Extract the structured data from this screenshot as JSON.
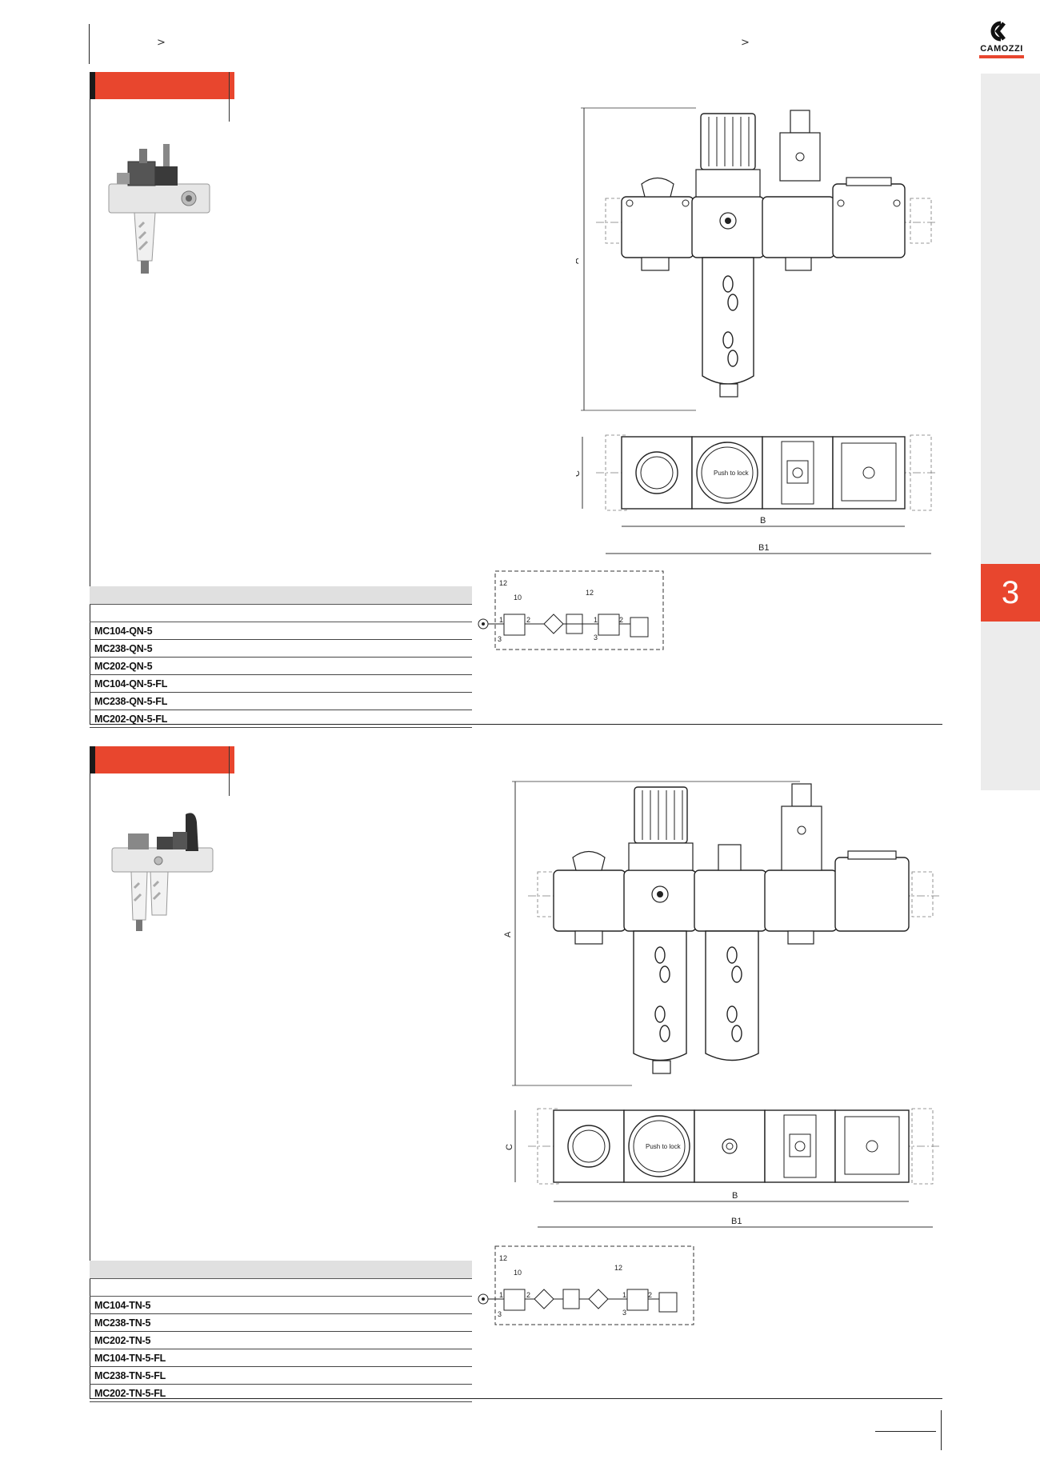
{
  "header": {
    "crumb_arrow_left": ">",
    "crumb_arrow_right": ">"
  },
  "brand": {
    "name": "CAMOZZI",
    "accent_color": "#e8462e"
  },
  "side_tab": {
    "number": "3"
  },
  "section1": {
    "codes": [
      "MC104-QN-5",
      "MC238-QN-5",
      "MC202-QN-5",
      "MC104-QN-5-FL",
      "MC238-QN-5-FL",
      "MC202-QN-5-FL"
    ],
    "dims": {
      "a": "A",
      "b": "B",
      "b1": "B1",
      "c": "C"
    },
    "gauge_text": "Push to lock",
    "symbol_ports": {
      "p12": "12",
      "p10": "10",
      "p1": "1",
      "p2": "2",
      "p3": "3"
    }
  },
  "section2": {
    "codes": [
      "MC104-TN-5",
      "MC238-TN-5",
      "MC202-TN-5",
      "MC104-TN-5-FL",
      "MC238-TN-5-FL",
      "MC202-TN-5-FL"
    ],
    "dims": {
      "a": "A",
      "b": "B",
      "b1": "B1",
      "c": "C"
    },
    "gauge_text": "Push to lock",
    "symbol_ports": {
      "p12": "12",
      "p10": "10",
      "p1": "1",
      "p2": "2",
      "p3": "3"
    }
  }
}
